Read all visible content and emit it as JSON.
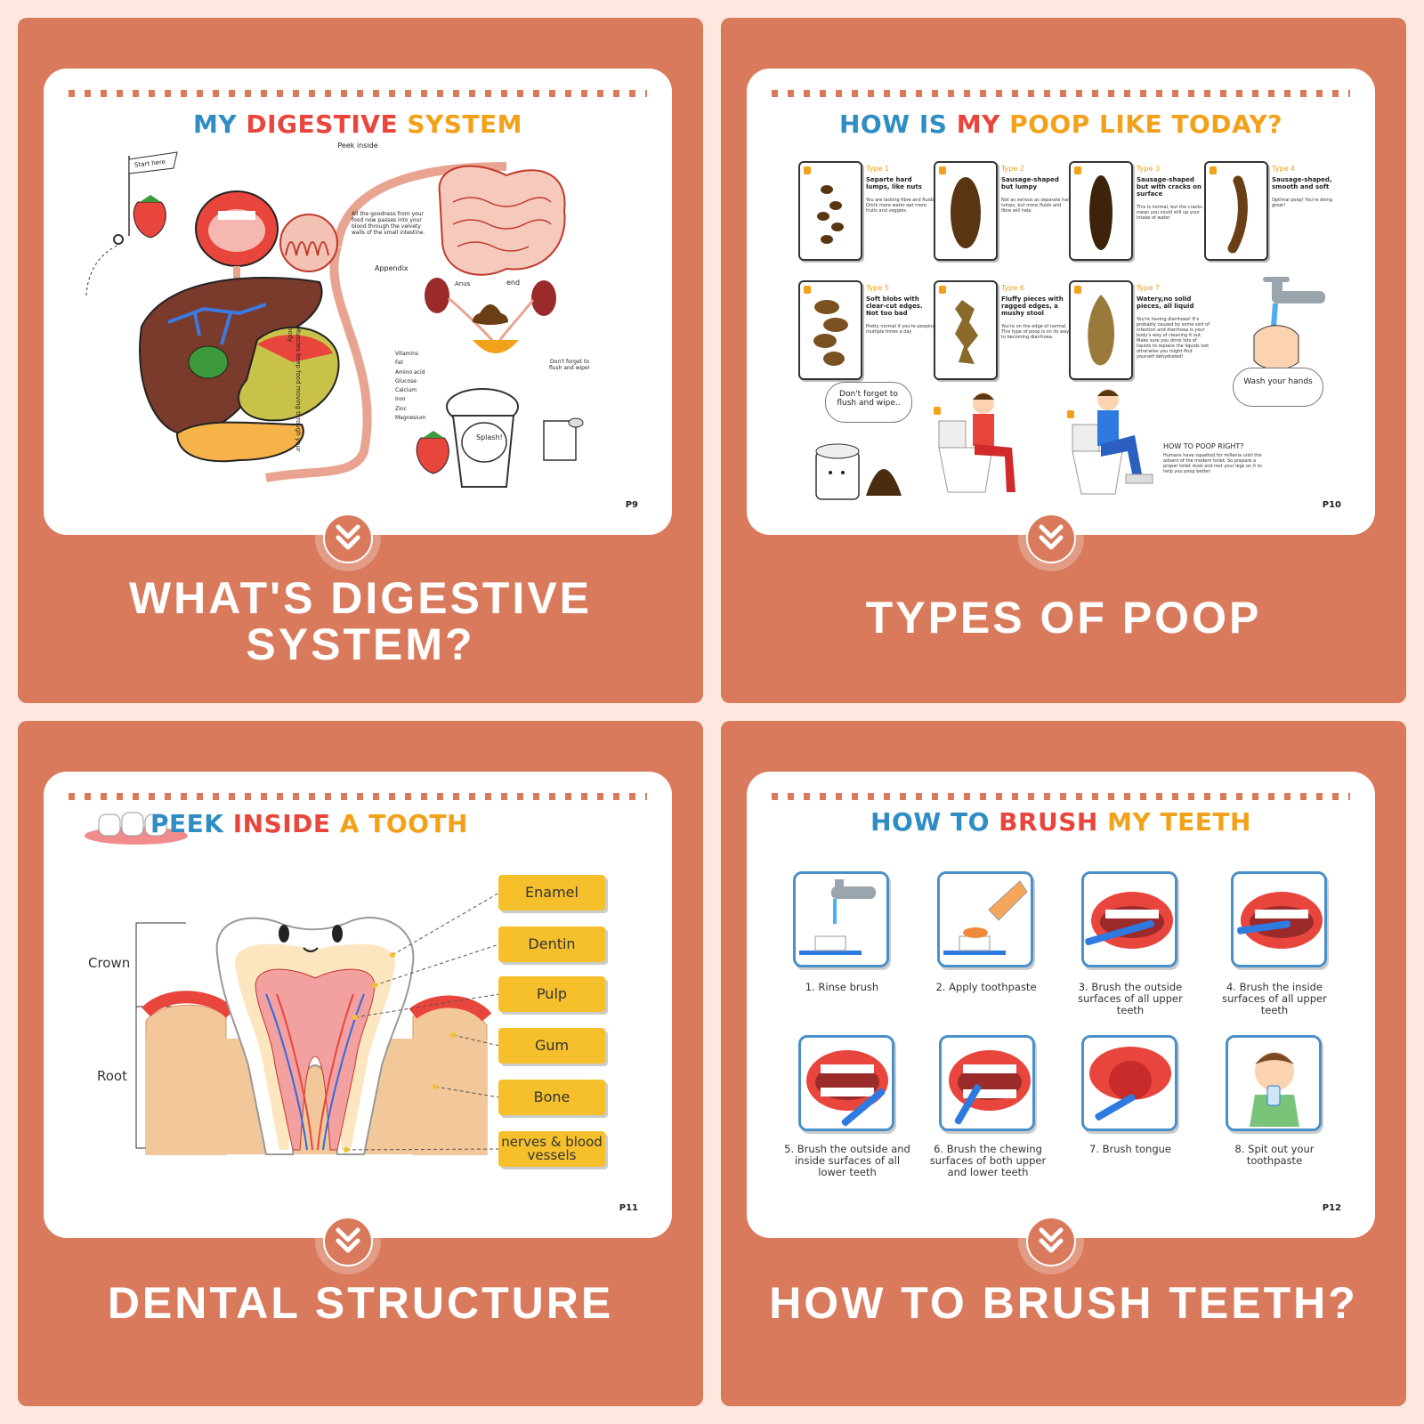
{
  "panels": [
    {
      "title_parts": [
        "MY ",
        "DIGESTIVE",
        " SYSTEM"
      ],
      "subtitle": "Peek inside",
      "page": "P9",
      "caption_line1": "WHAT'S DIGESTIVE",
      "caption_line2": "SYSTEM?",
      "labels": {
        "start": "Start here",
        "goodness": "All the goodness from your food now passes into your blood through the velvety walls of the small intestine.",
        "appendix": "Appendix",
        "anus": "Anus",
        "end": "end",
        "muscles": "Muscles keep food moving through your body",
        "flush": "Don't forget to flush and wipe!",
        "splash": "Splash!"
      },
      "nutrients": [
        "Vitamins",
        "Fat",
        "Amino acid",
        "Glucose",
        "Calcium",
        "Iron",
        "Zinc",
        "Magnesium"
      ]
    },
    {
      "title_parts": [
        "HOW IS ",
        "MY",
        " POOP LIKE TODAY?"
      ],
      "page": "P10",
      "caption": "TYPES OF POOP",
      "types": [
        {
          "type": "Type 1",
          "name": "Separte hard lumps, like nuts",
          "desc": "You are lacking fibre and fluids. Drink more water eat more fruits and veggies"
        },
        {
          "type": "Type 2",
          "name": "Sausage-shaped but lumpy",
          "desc": "Not as serious as separate hard lumps, but more fluids and fibre will help."
        },
        {
          "type": "Type 3",
          "name": "Sausage-shaped but with cracks on surface",
          "desc": "This is normal, but the cracks mean you could still up your intake of water"
        },
        {
          "type": "Type 4",
          "name": "Sausage-shaped, smooth and soft",
          "desc": "Optimal poop! You're doing great!"
        },
        {
          "type": "Type 5",
          "name": "Soft blobs with clear-cut edges. Not too bad",
          "desc": "Pretty normal if you're pooping multiple times a day"
        },
        {
          "type": "Type 6",
          "name": "Fluffy pieces with ragged edges, a mushy stool",
          "desc": "You're on the edge of normal. This type of poop is on its way to becoming diarrhoea."
        },
        {
          "type": "Type 7",
          "name": "Watery,no solid pieces, all liquid",
          "desc": "You're having diarrhoea! It's probably caused by some sort of infection and diarrhoea is your body's way of cleaning it out. Make sure you drink lots of liquids to replace the liquids lost otherwise you might find yourself dehydrated!"
        }
      ],
      "wash": "Wash your hands",
      "flush": "Don't forget to flush and wipe..",
      "howto_title": "HOW TO POOP RIGHT?",
      "howto_text": "Humans have squatted for millenia until the advent of the modern toilet. So prepare a proper toilet stool and rest your legs on it to help you poop better."
    },
    {
      "title_parts": [
        "PEEK ",
        "INSIDE",
        " A TOOTH"
      ],
      "page": "P11",
      "caption": "DENTAL STRUCTURE",
      "crown": "Crown",
      "root": "Root",
      "parts": [
        "Enamel",
        "Dentin",
        "Pulp",
        "Gum",
        "Bone",
        "nerves & blood vessels"
      ]
    },
    {
      "title_parts": [
        "HOW TO ",
        "BRUSH",
        " MY TEETH"
      ],
      "page": "P12",
      "caption": "HOW TO BRUSH TEETH?",
      "steps": [
        "1. Rinse brush",
        "2. Apply toothpaste",
        "3. Brush the outside surfaces of all upper teeth",
        "4. Brush the inside surfaces of all upper teeth",
        "5. Brush the outside and inside surfaces of all lower teeth",
        "6. Brush the chewing surfaces of both upper and lower teeth",
        "7. Brush tongue",
        "8. Spit out your toothpaste"
      ]
    }
  ],
  "colors": {
    "panel": "#d97a5c",
    "blue": "#2f8dc4",
    "red": "#e8453c",
    "orange": "#f2a11a",
    "label": "#f5c02c",
    "poop": "#6b3f16"
  }
}
